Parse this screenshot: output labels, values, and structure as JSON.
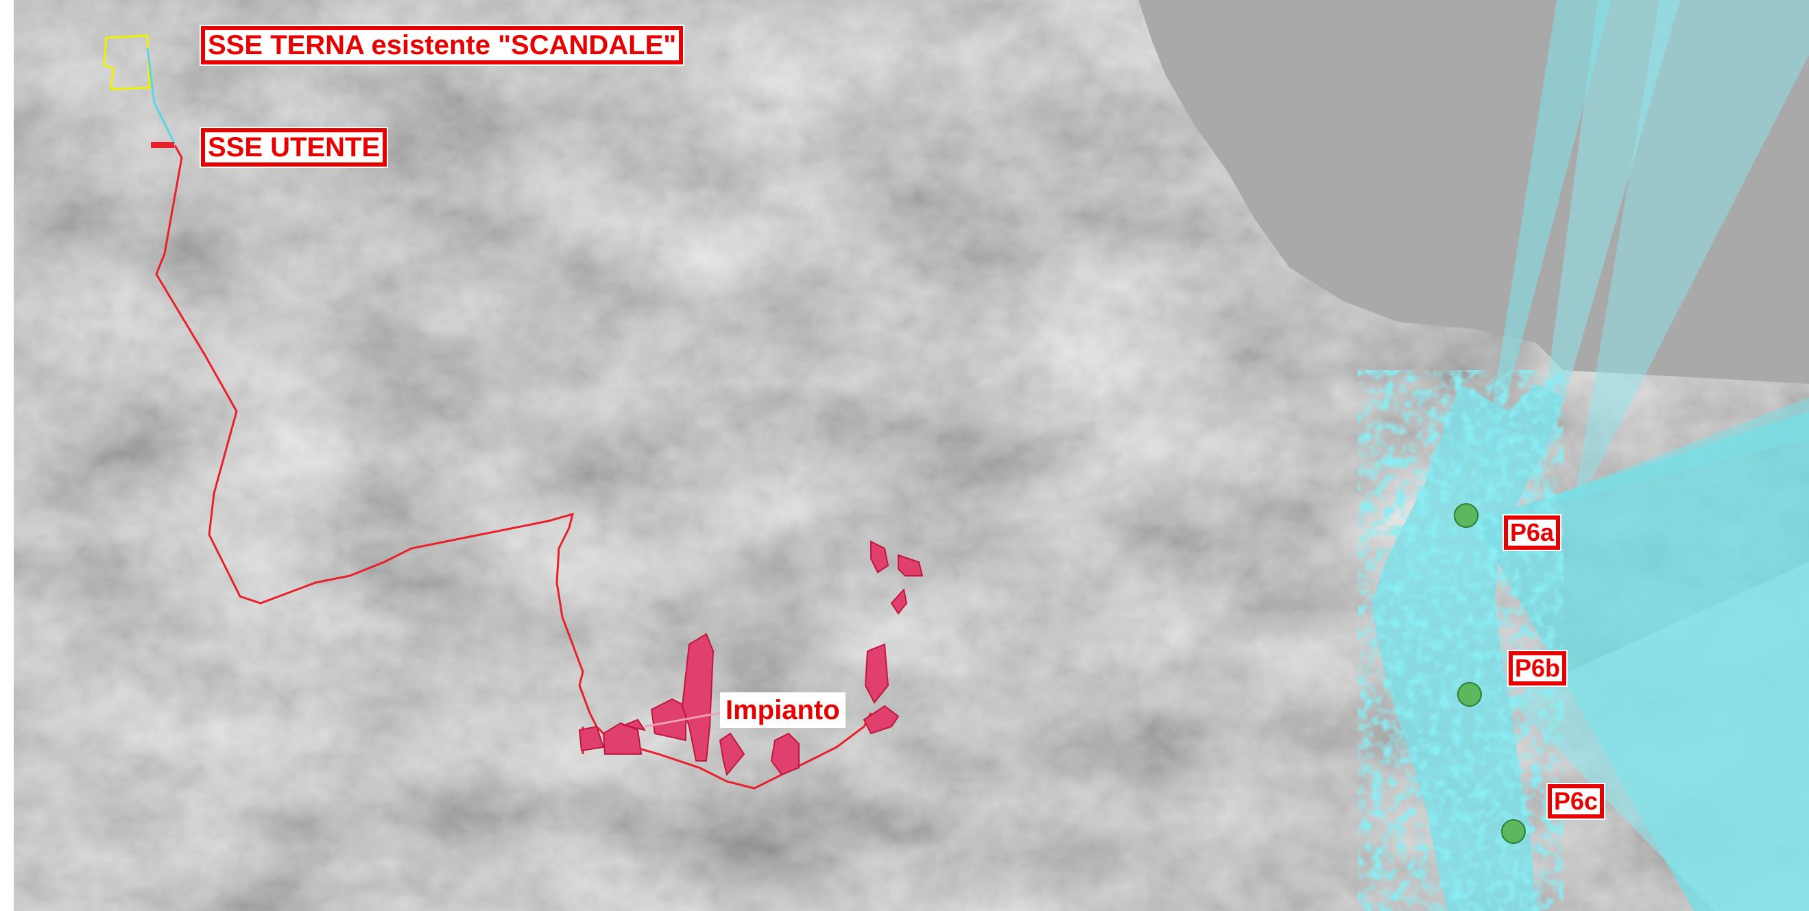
{
  "map": {
    "labels": {
      "sse_terna": "SSE TERNA esistente \"SCANDALE\"",
      "sse_utente": "SSE UTENTE",
      "impianto": "Impianto",
      "p6a": "P6a",
      "p6b": "P6b",
      "p6c": "P6c"
    },
    "colors": {
      "cable_route": "#e8202a",
      "plant_fill": "#e0406e",
      "terna_outline": "#f0f000",
      "visibility_cyan": "#66e0e8",
      "viewpoint": "#5cb85c",
      "sea": "#a8a8a8",
      "label_red": "#e60000"
    }
  }
}
